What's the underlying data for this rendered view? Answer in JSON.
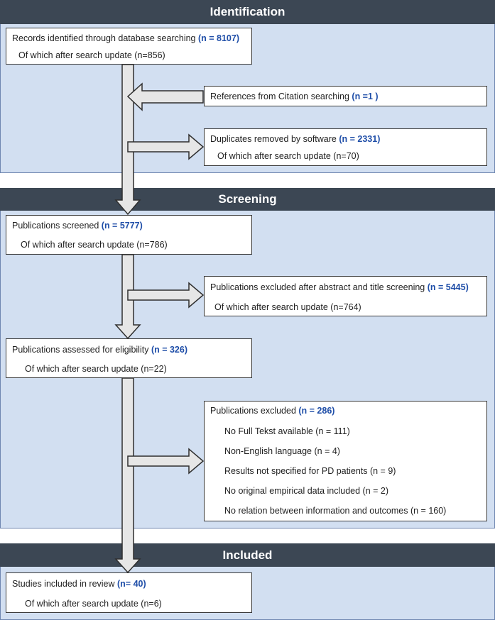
{
  "sections": {
    "identification": "Identification",
    "screening": "Screening",
    "included": "Included"
  },
  "boxes": {
    "records": {
      "text": "Records identified through database searching ",
      "count": "(n = 8107)",
      "sub": "Of which after search update (n=856)"
    },
    "citation": {
      "text": "References from Citation searching ",
      "count": "(n =1 )"
    },
    "duplicates": {
      "text": "Duplicates removed by software ",
      "count": "(n = 2331)",
      "sub": "Of which after search update (n=70)"
    },
    "screened": {
      "text": "Publications screened ",
      "count": "(n = 5777)",
      "sub": "Of which after search update (n=786)"
    },
    "excluded_abstract": {
      "text": "Publications excluded after abstract and title screening ",
      "count": "(n = 5445)",
      "sub": "Of which after search update (n=764)"
    },
    "eligibility": {
      "text": "Publications assessed for eligibility ",
      "count": "(n = 326)",
      "sub": "Of which after search update (n=22)"
    },
    "excluded": {
      "text": "Publications excluded ",
      "count": "(n = 286)",
      "reasons": [
        "No Full Tekst available (n = 111)",
        "Non-English language (n = 4)",
        "Results not specified for PD patients (n = 9)",
        "No original empirical data included (n = 2)",
        "No relation between information and outcomes (n = 160)"
      ]
    },
    "included": {
      "text": "Studies included in review ",
      "count": "(n= 40)",
      "sub": "Of which after search update (n=6)"
    }
  }
}
